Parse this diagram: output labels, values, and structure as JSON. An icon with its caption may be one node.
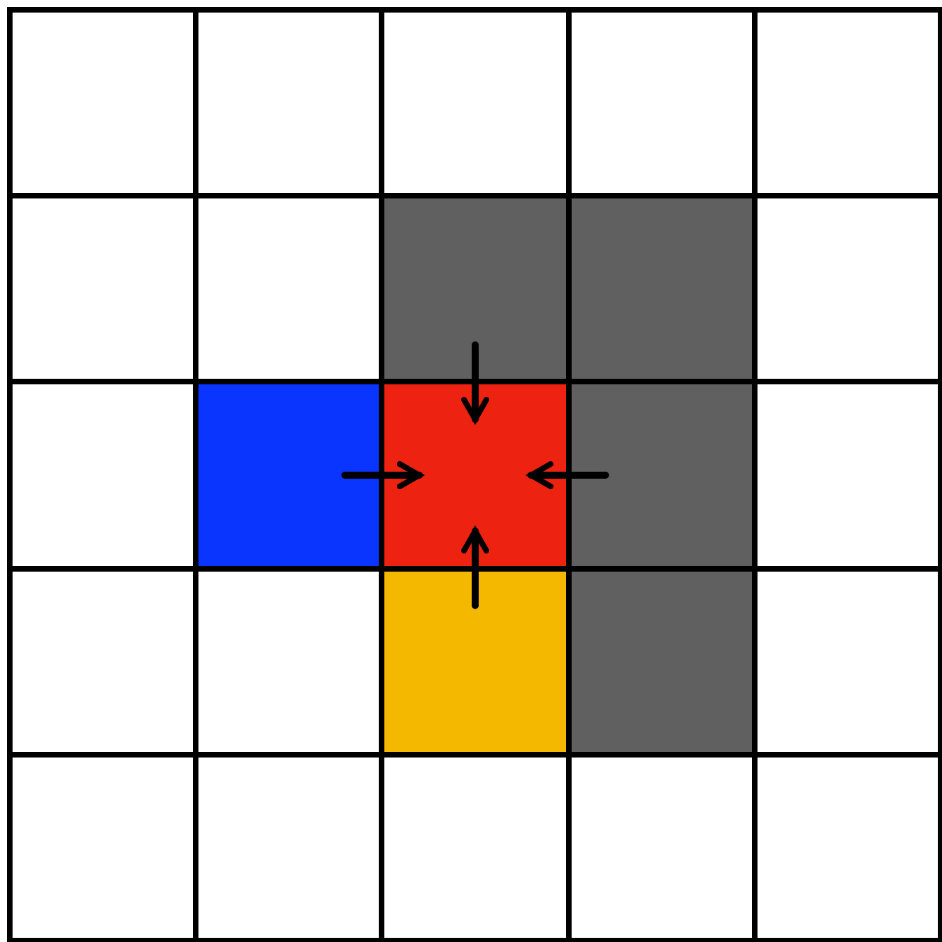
{
  "diagram": {
    "nodes": [
      {
        "text": [],
        "shape": "box"
      },
      {
        "text": [],
        "shape": "box"
      },
      {
        "text": [],
        "shape": "box"
      },
      {
        "text": [],
        "shape": "box"
      },
      {
        "text": [],
        "shape": "box"
      }
    ],
    "edges": [
      {
        "from": 0,
        "to": 2,
        "arrow": "to"
      },
      {
        "from": 1,
        "to": 2,
        "arrow": "to"
      },
      {
        "from": 3,
        "to": 2,
        "arrow": "to"
      },
      {
        "from": 4,
        "to": 2,
        "arrow": "to"
      }
    ]
  }
}
